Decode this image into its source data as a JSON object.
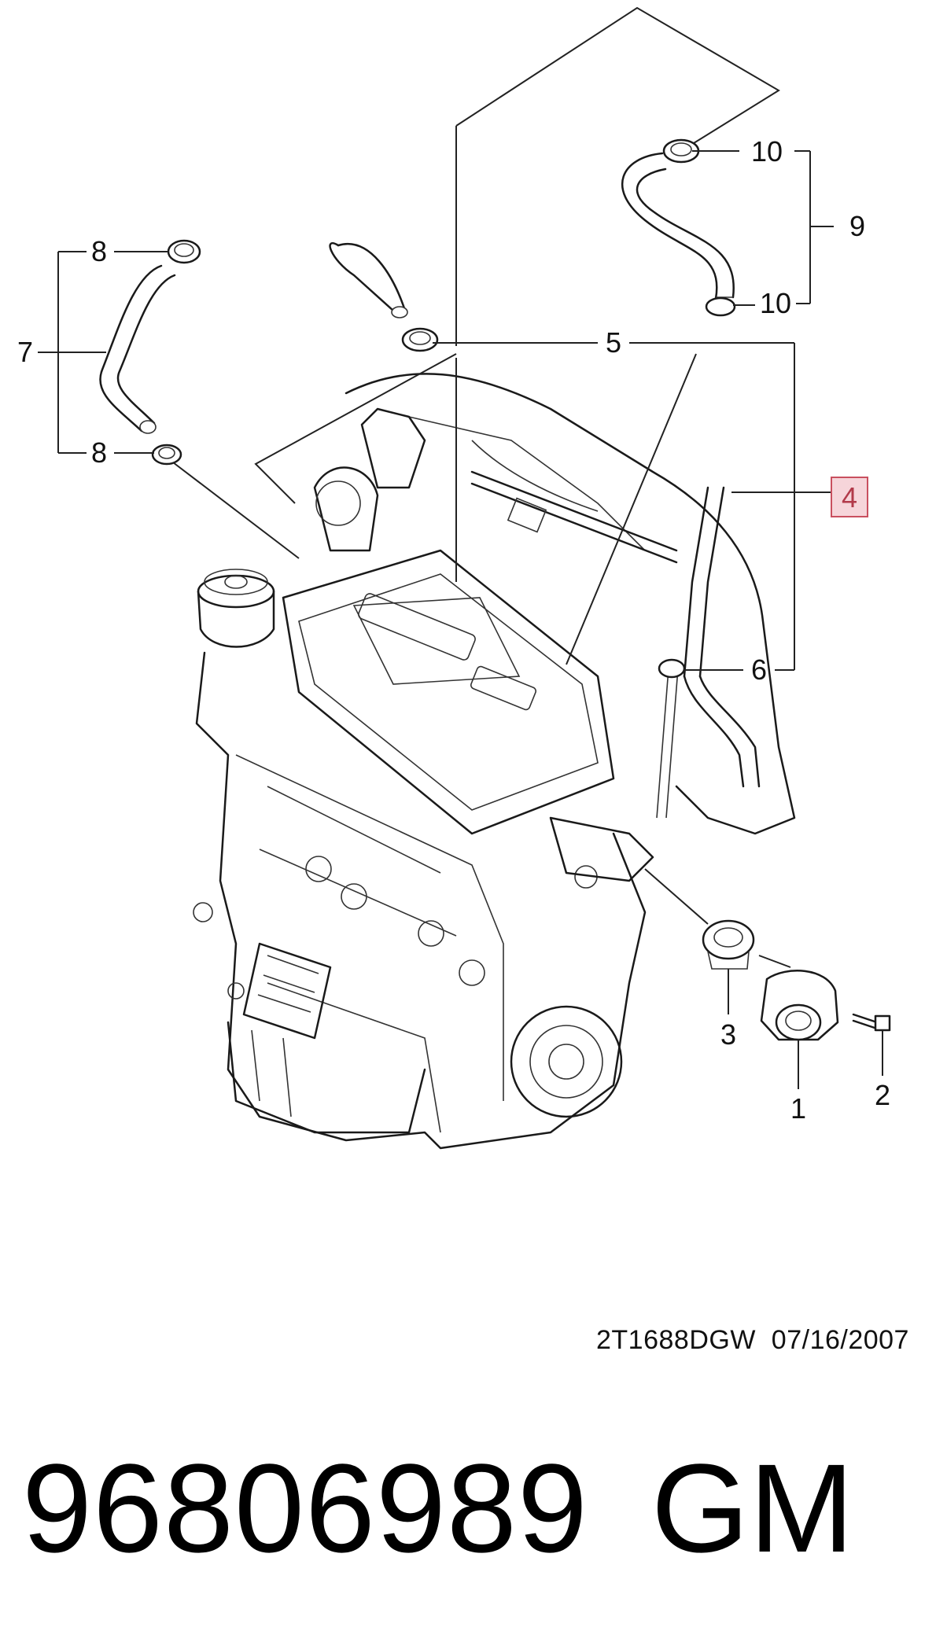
{
  "callouts": {
    "c1": "1",
    "c2": "2",
    "c3": "3",
    "c4": "4",
    "c5": "5",
    "c6": "6",
    "c7": "7",
    "c8a": "8",
    "c8b": "8",
    "c9": "9",
    "c10a": "10",
    "c10b": "10"
  },
  "colors": {
    "highlight_fill": "#f6d5da",
    "highlight_stroke": "#c9505f",
    "line": "#222222"
  },
  "footer": {
    "drawing_code": "2T1688DGW  07/16/2007",
    "part_number": "96806989",
    "brand": "GM"
  }
}
